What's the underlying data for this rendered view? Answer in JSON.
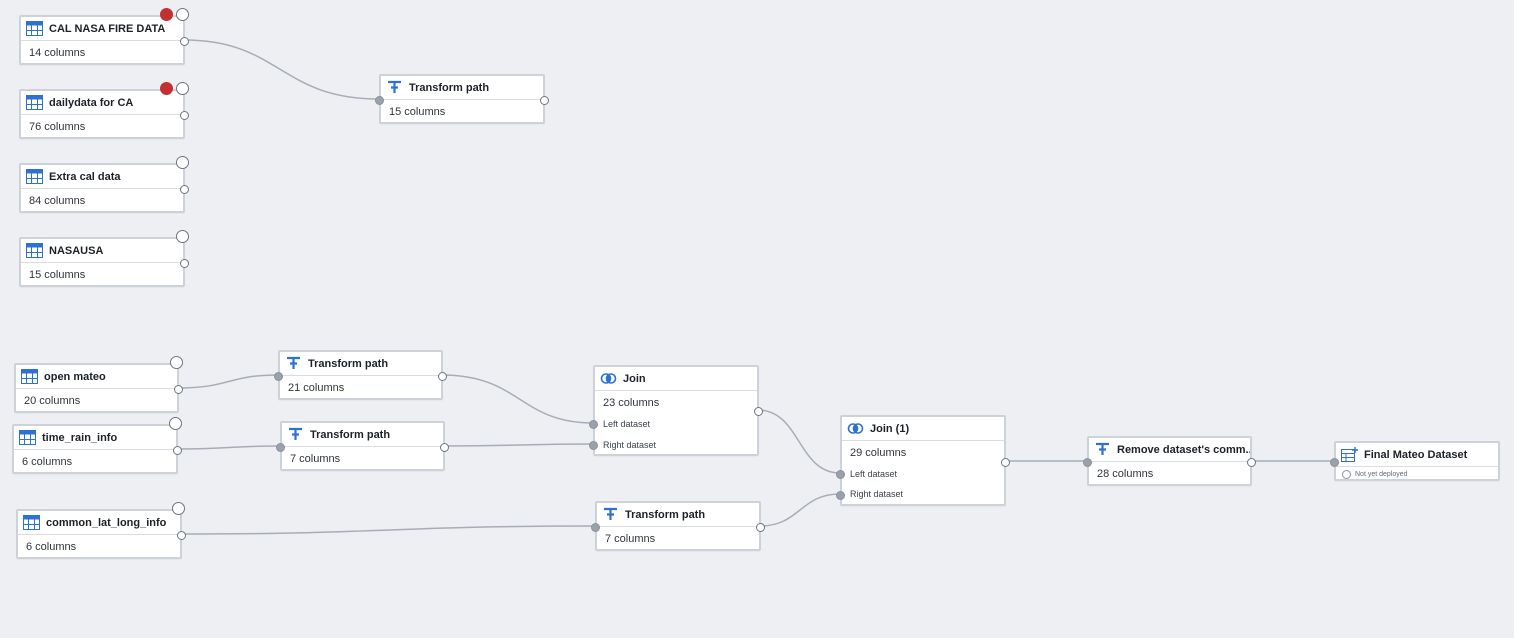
{
  "nodes": {
    "cal_nasa": {
      "title": "CAL NASA FIRE DATA",
      "sub": "14 columns"
    },
    "dailydata": {
      "title": "dailydata for CA",
      "sub": "76 columns"
    },
    "extra_cal": {
      "title": "Extra cal data",
      "sub": "84 columns"
    },
    "nasausa": {
      "title": "NASAUSA",
      "sub": "15 columns"
    },
    "tp_top": {
      "title": "Transform path",
      "sub": "15 columns"
    },
    "open_mateo": {
      "title": "open mateo",
      "sub": "20 columns"
    },
    "time_rain": {
      "title": "time_rain_info",
      "sub": "6 columns"
    },
    "common_lat": {
      "title": "common_lat_long_info",
      "sub": "6 columns"
    },
    "tp_open": {
      "title": "Transform path",
      "sub": "21 columns"
    },
    "tp_time": {
      "title": "Transform path",
      "sub": "7 columns"
    },
    "tp_common": {
      "title": "Transform path",
      "sub": "7 columns"
    },
    "join": {
      "title": "Join",
      "sub": "23 columns",
      "left": "Left dataset",
      "right": "Right dataset"
    },
    "join1": {
      "title": "Join (1)",
      "sub": "29 columns",
      "left": "Left dataset",
      "right": "Right dataset"
    },
    "remove": {
      "title": "Remove dataset's comm...",
      "sub": "28 columns"
    },
    "final": {
      "title": "Final Mateo Dataset",
      "sub": "Not yet deployed"
    }
  },
  "icons": {
    "dataset": "table-icon",
    "transform": "transform-icon",
    "join": "join-icon",
    "output": "output-dataset-icon",
    "delete": "trash-icon",
    "branch": "branch-icon"
  },
  "colors": {
    "canvas": "#edeff3",
    "node_border": "#cdd1d8",
    "edge": "#a7adb6",
    "icon_blue": "#2d72d2",
    "delete_red": "#c23030"
  }
}
